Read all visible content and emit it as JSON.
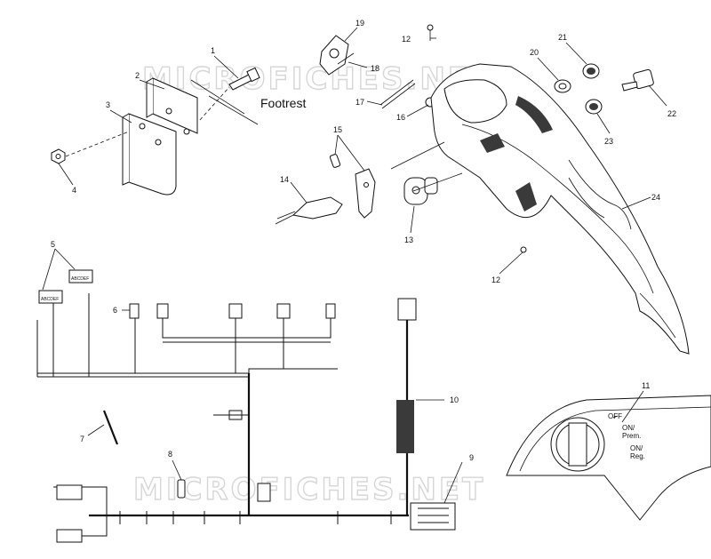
{
  "watermark": {
    "top": "MICROFICHES.NET",
    "bottom": "MICROFICHES.NET"
  },
  "labels": {
    "footrest": "Footrest"
  },
  "callouts": [
    "1",
    "2",
    "3",
    "4",
    "5",
    "6",
    "7",
    "8",
    "9",
    "10",
    "11",
    "12",
    "12",
    "13",
    "14",
    "15",
    "16",
    "17",
    "18",
    "19",
    "20",
    "21",
    "22",
    "23",
    "24"
  ],
  "switch_positions": {
    "off": "OFF",
    "on_prem_1": "ON/",
    "on_prem_2": "Prem.",
    "on_reg_1": "ON/",
    "on_reg_2": "Reg."
  },
  "connector_pins": "ABCDEF"
}
